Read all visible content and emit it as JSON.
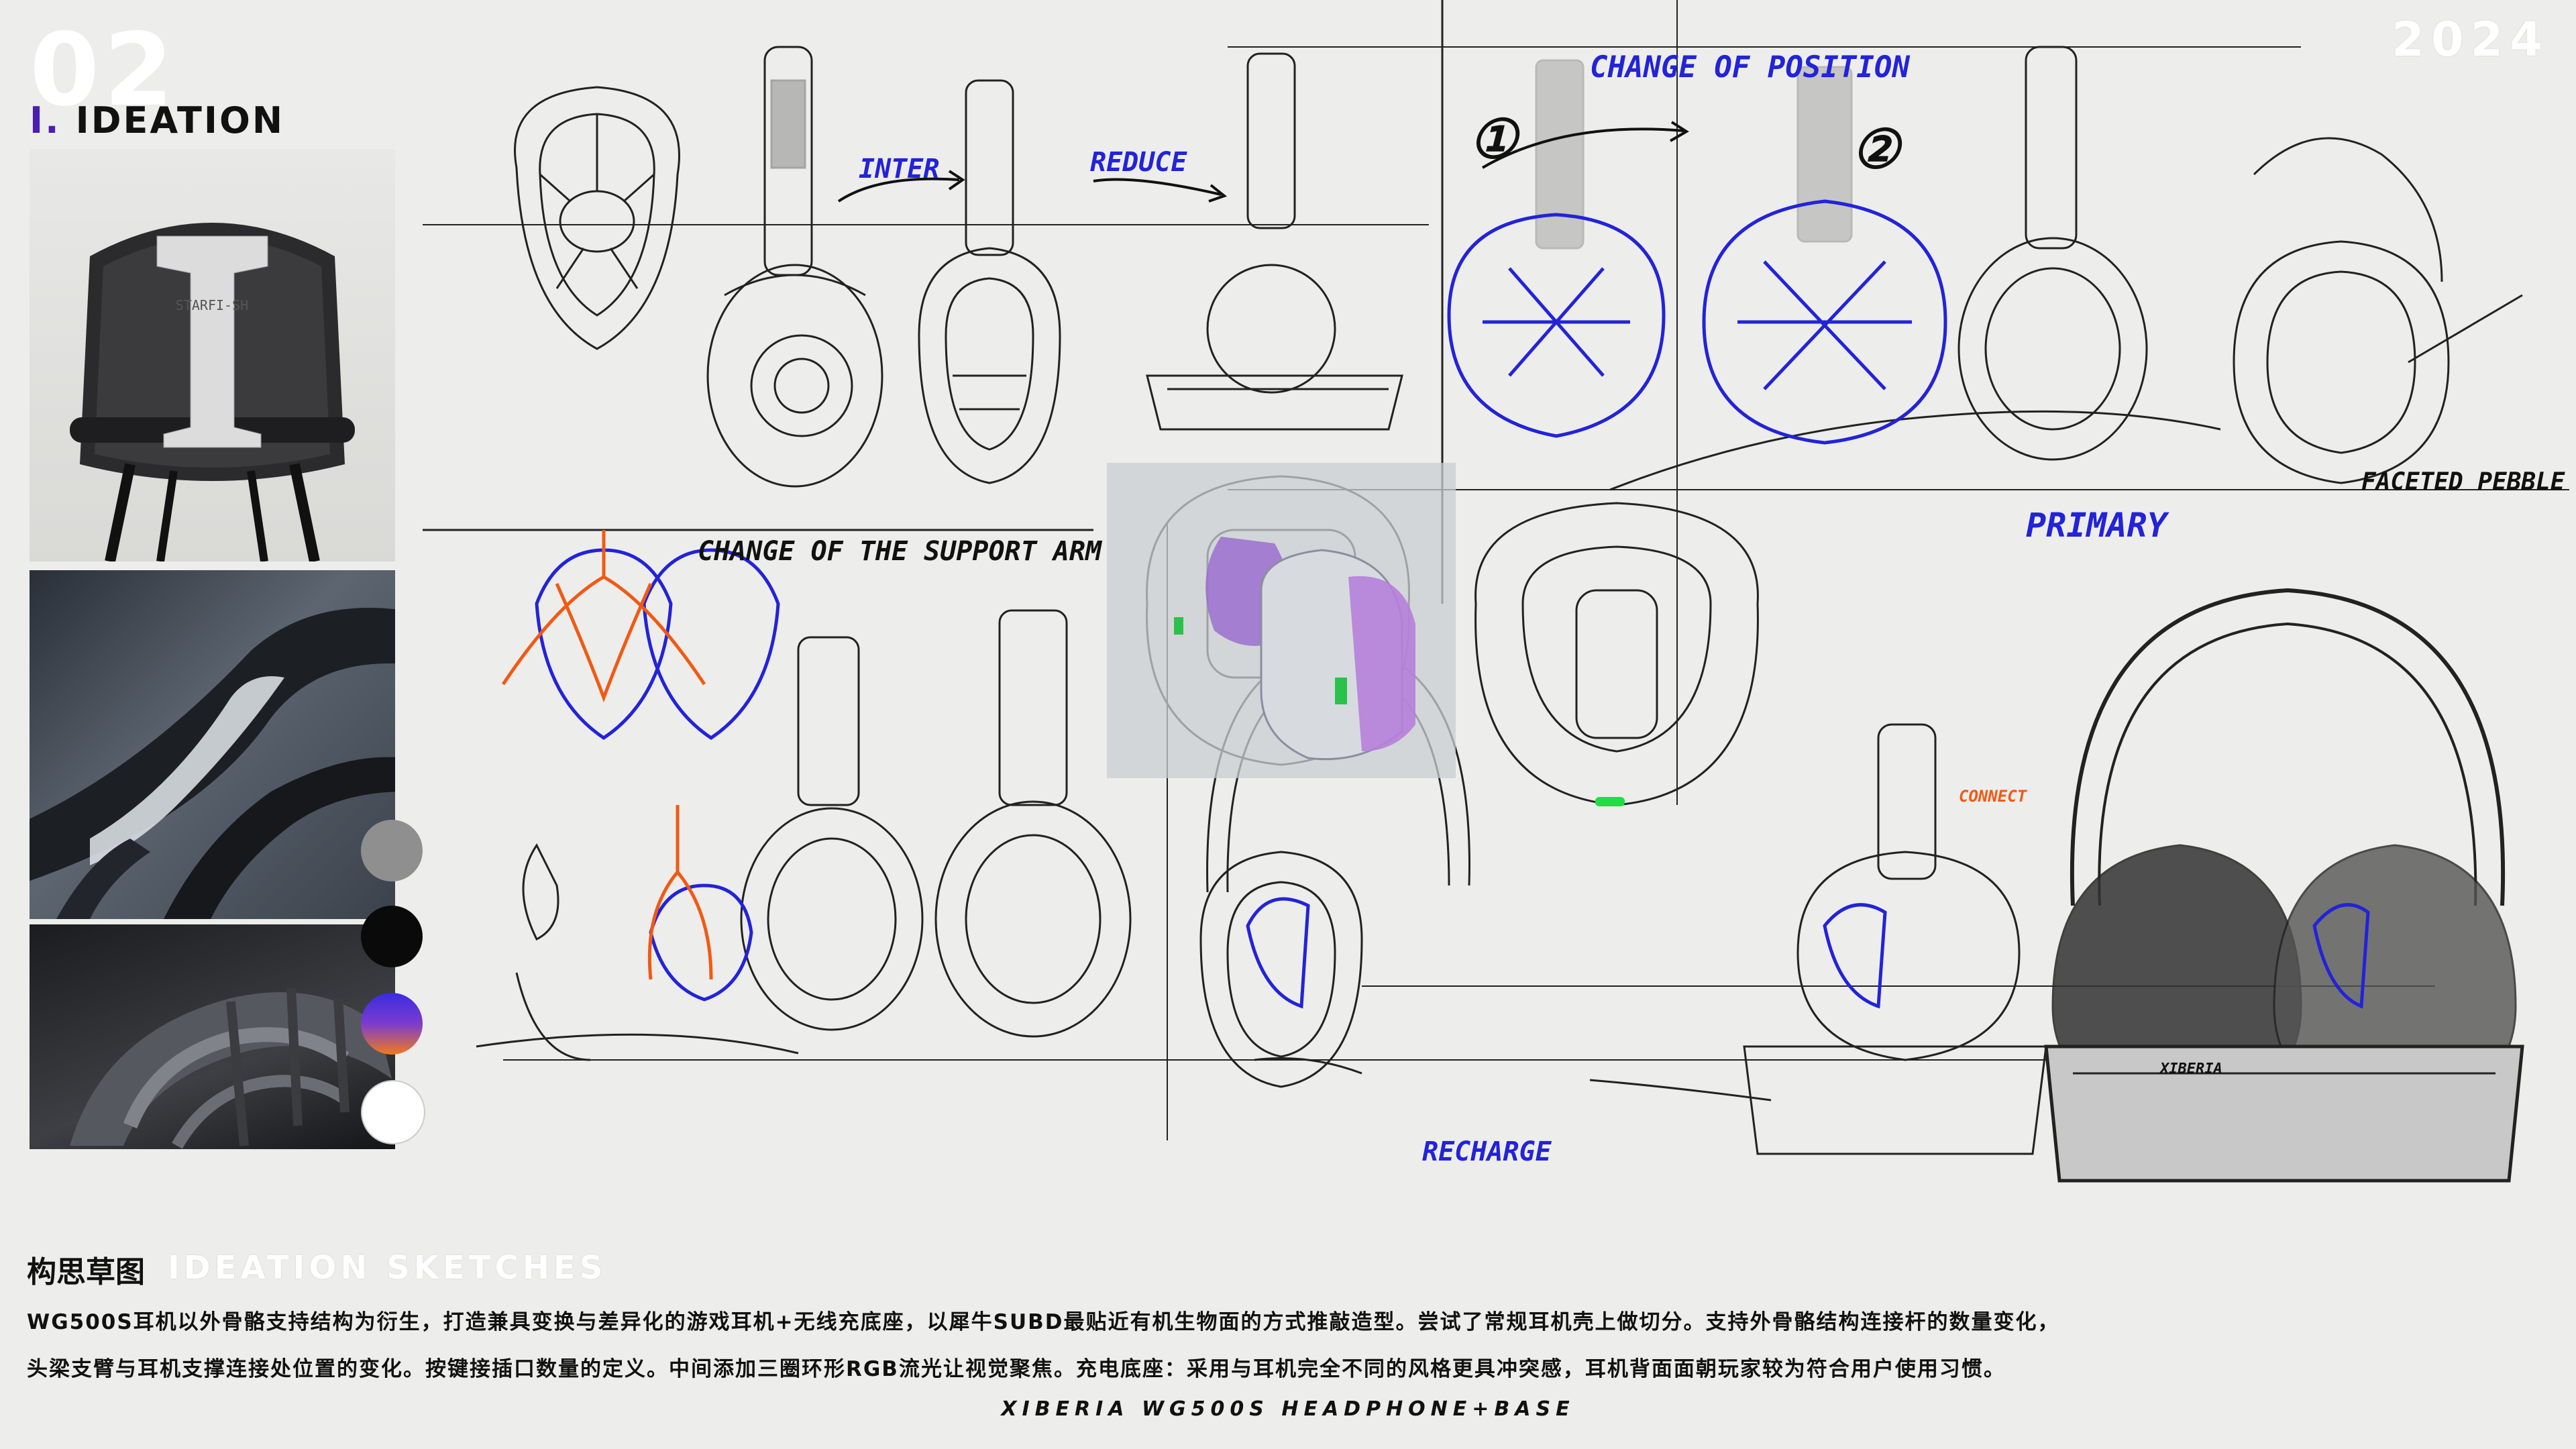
{
  "header": {
    "section_number": "02",
    "year": "2024",
    "section_roman": "I.",
    "section_title": "IDEATION"
  },
  "moodboard": {
    "photo_chair_label": "STARFI-SH",
    "swatches": [
      "#8f8f8f",
      "#0a0a0a",
      "gradient-purple-orange",
      "#ffffff"
    ]
  },
  "sketch_annotations": {
    "inter": "INTER",
    "reduce": "REDUCE",
    "num_1": "①",
    "num_2": "②",
    "change_of_position": "CHANGE OF POSITION",
    "change_support_arm": "CHANGE OF THE SUPPORT ARM",
    "faceted_pebble": "FACETED PEBBLE",
    "primary": "PRIMARY",
    "connect": "CONNECT",
    "recharge": "RECHARGE",
    "base_brand": "XIBERIA"
  },
  "caption": {
    "title_cn": "构思草图",
    "title_en": "IDEATION SKETCHES",
    "line1": "WG500S耳机以外骨骼支持结构为衍生，打造兼具变换与差异化的游戏耳机+无线充底座，以犀牛SUBD最贴近有机生物面的方式推敲造型。尝试了常规耳机壳上做切分。支持外骨骼结构连接杆的数量变化，",
    "line2": "头梁支臂与耳机支撑连接处位置的变化。按键接插口数量的定义。中间添加三圈环形RGB流光让视觉聚焦。充电底座：采用与耳机完全不同的风格更具冲突感，耳机背面面朝玩家较为符合用户使用习惯。",
    "footer": "XIBERIA WG500S HEADPHONE+BASE"
  },
  "colors": {
    "accent_purple": "#4b1fb0",
    "sketch_blue": "#2323d8",
    "sketch_orange": "#f05a14",
    "led_green": "#22dd44"
  }
}
